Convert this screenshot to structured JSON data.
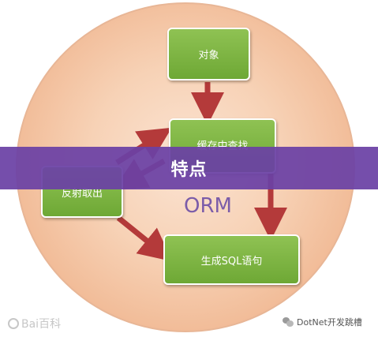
{
  "nodes": {
    "object": "对象",
    "cache": "缓存中查找",
    "reflection": "反射取出",
    "sql": "生成SQL语句"
  },
  "center_label": "ORM",
  "banner": {
    "title": "特点"
  },
  "watermarks": {
    "baidu": "Bai百科",
    "wechat": "DotNet开发跳槽"
  },
  "colors": {
    "node_green": "#7db544",
    "arrow_red": "#b43a3a",
    "banner_purple": "#6a41a5",
    "orm_text": "#7b5ca9",
    "circle_fill": "#f6cfb1"
  }
}
